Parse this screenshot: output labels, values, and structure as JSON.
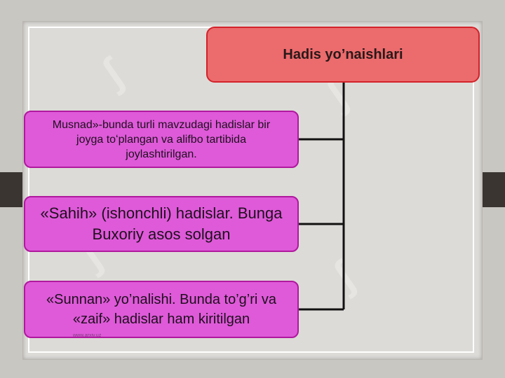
{
  "diagram": {
    "title": "Hadis yo’naishlari",
    "items": [
      "Musnad»-bunda turli mavzudagi hadislar bir joyga toʻplangan va alifbo tartibida joylashtirilgan.",
      "«Sahih» (ishonchli) hadislar. Bunga Buxoriy asos solgan",
      "«Sunnan» yo’nalishi. Bunda to’g’ri va «zaif» hadislar ham kiritilgan"
    ],
    "small_caption": "www.arxiv.uz"
  },
  "colors": {
    "title_fill": "#ec6b6d",
    "title_border": "#d2222a",
    "item_fill": "#de5ad9",
    "item_border": "#b0189e",
    "connector": "#111111"
  }
}
